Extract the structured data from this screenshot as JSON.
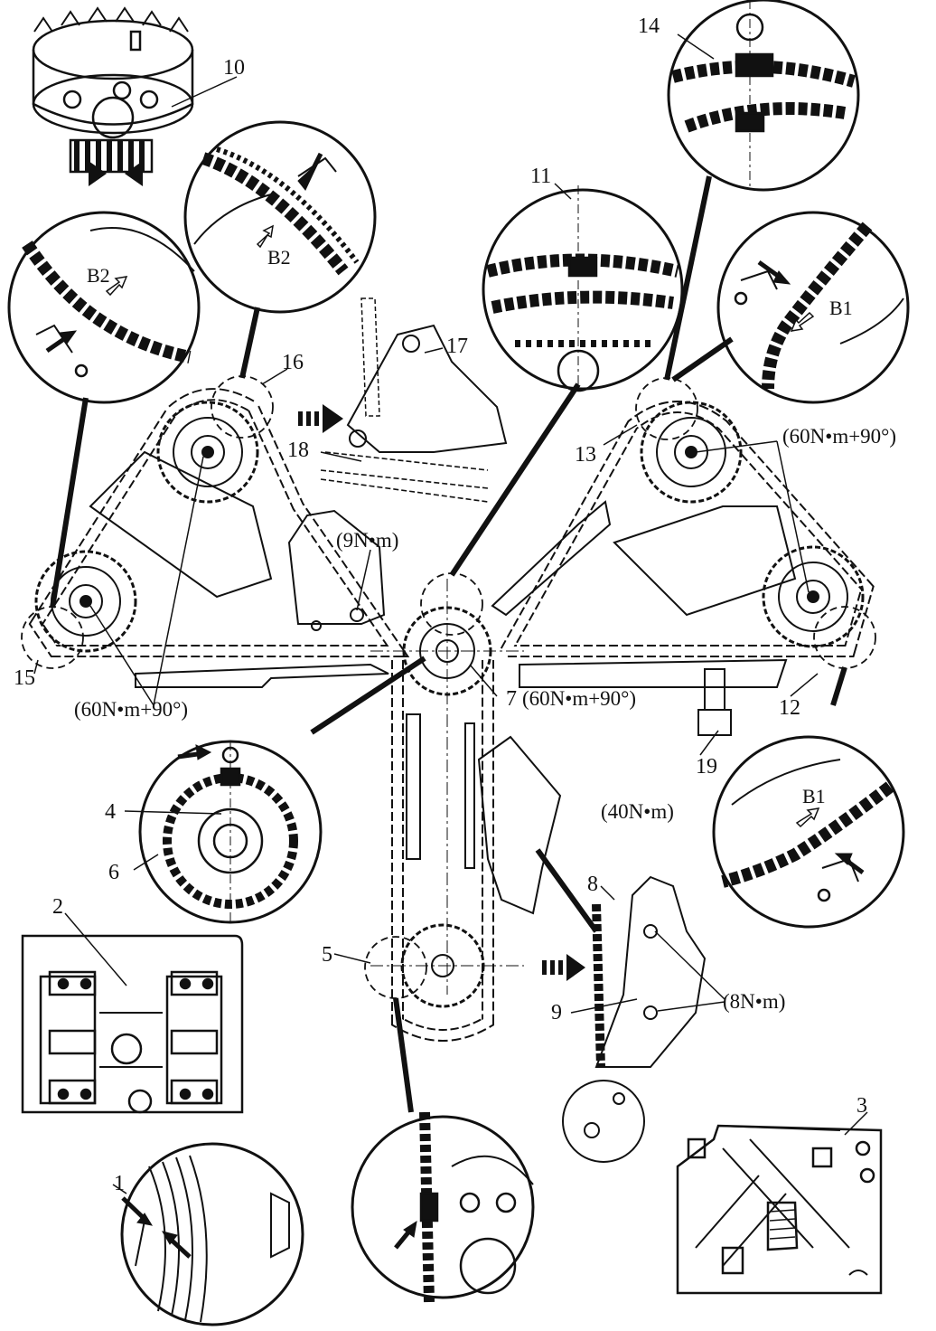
{
  "callouts": {
    "c1": "1",
    "c2": "2",
    "c3": "3",
    "c4": "4",
    "c5": "5",
    "c6": "6",
    "c7": "7",
    "c8": "8",
    "c9": "9",
    "c10": "10",
    "c11": "11",
    "c12": "12",
    "c13": "13",
    "c14": "14",
    "c15": "15",
    "c16": "16",
    "c17": "17",
    "c18": "18",
    "c19": "19"
  },
  "torques": {
    "cam_right": "(60N•m+90°)",
    "cam_left": "(60N•m+90°)",
    "crank_sprocket": "(60N•m+90°)",
    "guide_bolt": "(9N•m)",
    "tensioner_19": "(40N•m)",
    "tensioner_bolts": "(8N•m)"
  },
  "marks": {
    "b2_upper": "B2",
    "b2_left": "B2",
    "b1_upper": "B1",
    "b1_lower": "B1"
  },
  "colors": {
    "line": "#111111",
    "background": "#ffffff"
  }
}
